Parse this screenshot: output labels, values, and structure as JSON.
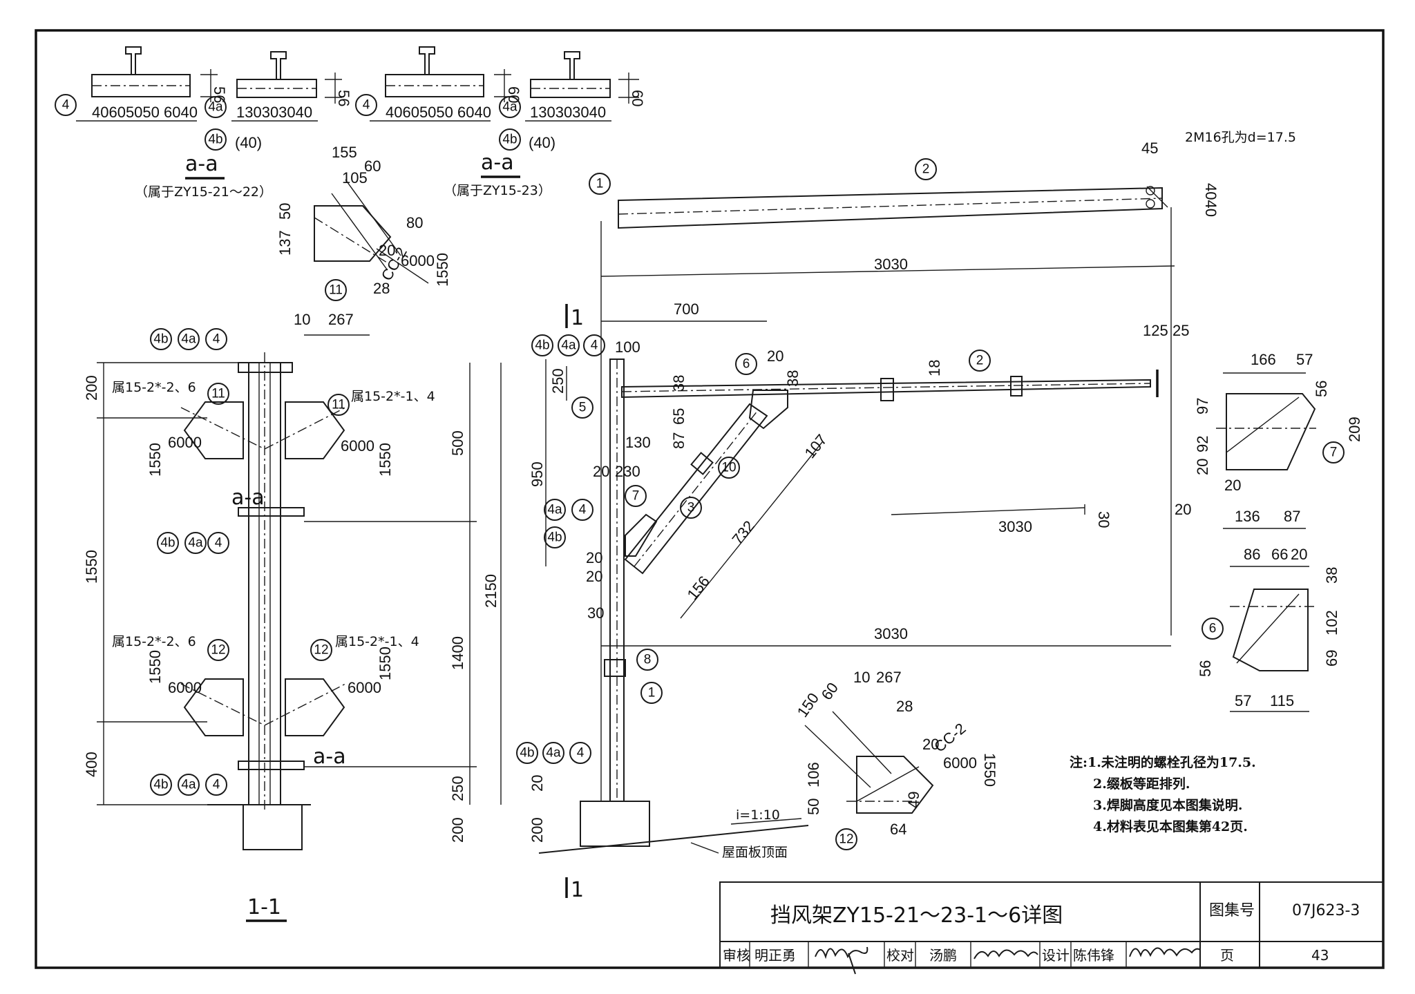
{
  "drawing": {
    "title": "挡风架ZY15-21～23-1～6详图",
    "atlas_label": "图集号",
    "atlas_no": "07J623-3",
    "page_label": "页",
    "page_no": "43",
    "review_label": "审核",
    "reviewer": "明正勇",
    "check_label": "校对",
    "checker": "汤鹏",
    "design_label": "设计",
    "designer": "陈伟锋"
  },
  "notes": [
    "注:1.未注明的螺栓孔径为17.5.",
    "2.缀板等距排列.",
    "3.焊脚高度见本图集说明.",
    "4.材料表见本图集第42页."
  ],
  "sections": {
    "aa_left_title": "a-a",
    "aa_left_sub": "（属于ZY15-21～22）",
    "aa_right_title": "a-a",
    "aa_right_sub": "（属于ZY15-23）",
    "s11_title": "1-1",
    "cut_mark": "1",
    "roof_label": "屋面板顶面",
    "slope": "i=1:10",
    "bolt_note": "2M16孔为d=17.5"
  },
  "plate_refs": {
    "p15_2_26": "属15-2*-2、6",
    "p15_2_14": "属15-2*-1、4"
  },
  "bubbles": [
    "1",
    "2",
    "3",
    "4",
    "4a",
    "4b",
    "5",
    "6",
    "7",
    "8",
    "10",
    "11",
    "12"
  ],
  "dims": {
    "d3030": "3030",
    "d700": "700",
    "d100": "100",
    "d125": "125",
    "d25": "25",
    "d45": "45",
    "d4040": "4040",
    "d20": "20",
    "d38": "38",
    "d18": "18",
    "d250": "250",
    "d950": "950",
    "d87": "87",
    "d65": "65",
    "d130": "130",
    "d230": "230",
    "d732": "732",
    "d156": "156",
    "d107": "107",
    "d30": "30",
    "d2150": "2150",
    "d200": "200",
    "d500": "500",
    "d1550": "1550",
    "d1400": "1400",
    "d400": "400",
    "d6000": "6000",
    "dcc2": "CC-2",
    "d166": "166",
    "d57": "57",
    "d56": "56",
    "d97": "97",
    "d209": "209",
    "d92": "92",
    "d136": "136",
    "d86": "86",
    "d66": "66",
    "d102": "102",
    "d69": "69",
    "d115": "115",
    "d155": "155",
    "d60": "60",
    "d105": "105",
    "d50": "50",
    "d80": "80",
    "d137": "137",
    "d28": "28",
    "d10": "10",
    "d267": "267",
    "d150": "150",
    "d106": "106",
    "d49": "49",
    "d64": "64",
    "row_a": "40605050 6040",
    "row_b": "130303040",
    "paren40": "(40)"
  }
}
